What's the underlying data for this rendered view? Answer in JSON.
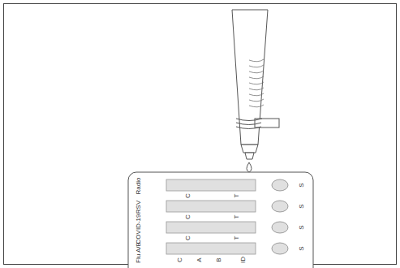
{
  "diagram": {
    "labels": [
      "Radio",
      "RSV",
      "COVID-19",
      "Flu A/B",
      "C",
      "T",
      "C",
      "T",
      "C",
      "T",
      "C",
      "A",
      "B",
      "S",
      "S",
      "S",
      "S",
      "ID"
    ]
  }
}
